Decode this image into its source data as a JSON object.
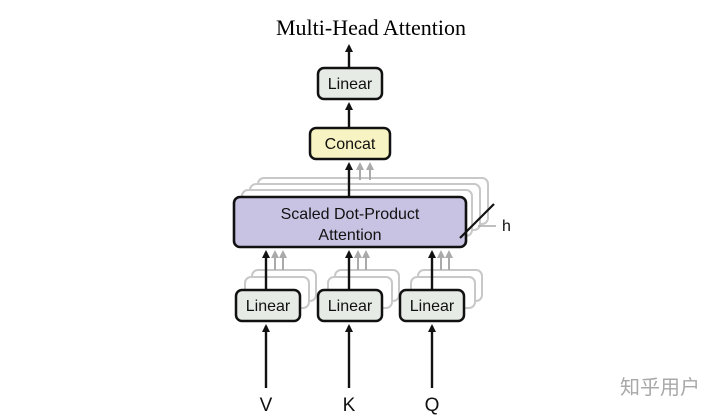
{
  "title": "Multi-Head Attention",
  "blocks": {
    "output_linear": "Linear",
    "concat": "Concat",
    "attention_line1": "Scaled Dot-Product",
    "attention_line2": "Attention",
    "heads_label": "h",
    "linear_v": "Linear",
    "linear_k": "Linear",
    "linear_q": "Linear"
  },
  "inputs": {
    "v": "V",
    "k": "K",
    "q": "Q"
  },
  "watermark": "知乎用户",
  "colors": {
    "linear_fill": "#e6ebe6",
    "concat_fill": "#f8f3c2",
    "attention_fill": "#c9c3e3",
    "stroke": "#111111",
    "shadow_stroke": "#c8c8c8"
  }
}
